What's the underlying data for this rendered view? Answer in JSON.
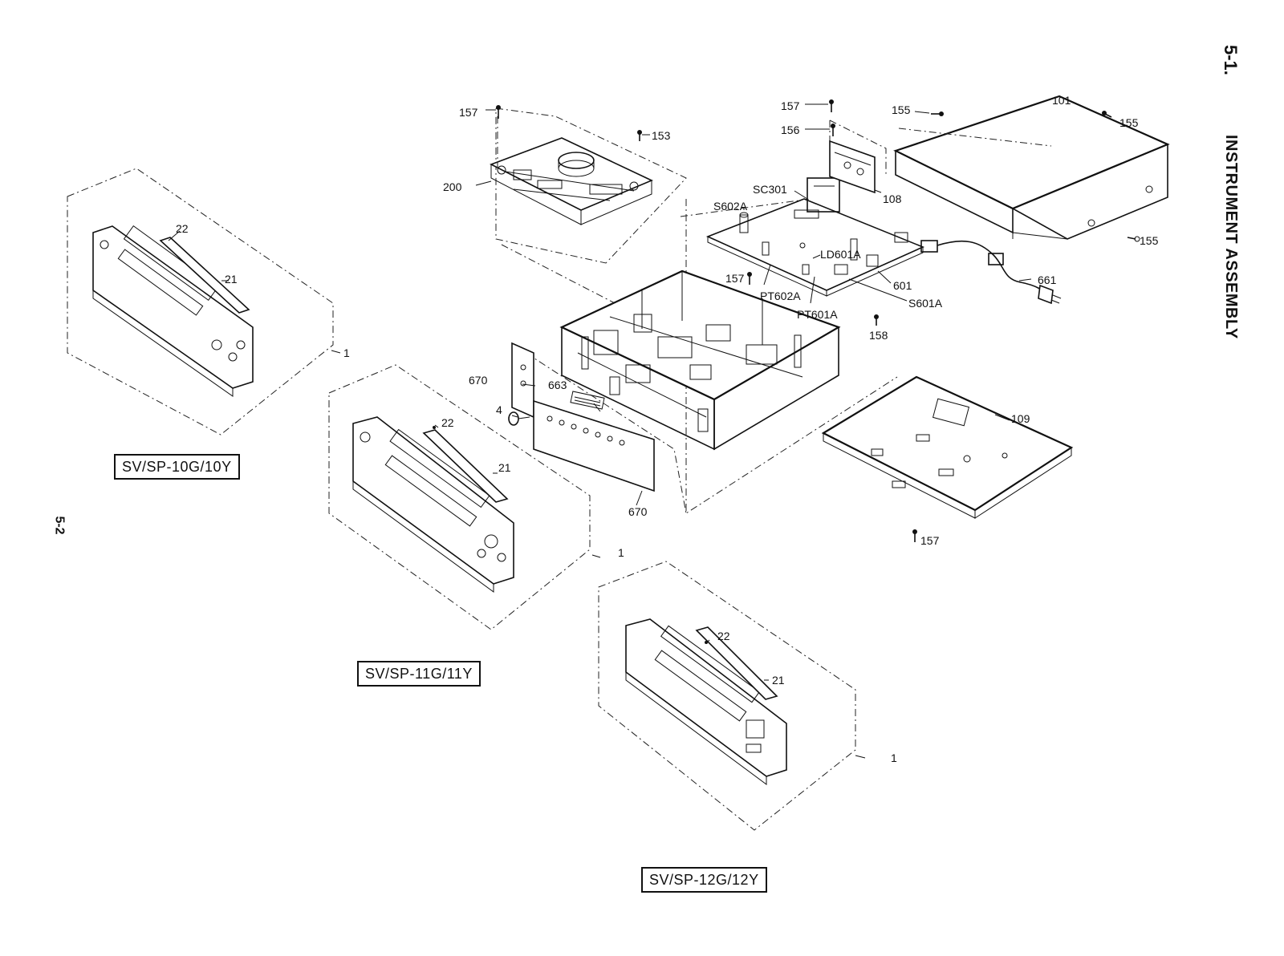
{
  "header": {
    "section_number": "5-1.",
    "section_title": "INSTRUMENT ASSEMBLY",
    "page_number": "5-2"
  },
  "models": [
    {
      "label": "SV/SP-10G/10Y"
    },
    {
      "label": "SV/SP-11G/11Y"
    },
    {
      "label": "SV/SP-12G/12Y"
    }
  ],
  "callouts": {
    "c157a": "157",
    "c153": "153",
    "c200": "200",
    "c157b": "157",
    "c156": "156",
    "c155a": "155",
    "c101": "101",
    "c155b": "155",
    "c108": "108",
    "sc301": "SC301",
    "s602a": "S602A",
    "ld601a": "LD601A",
    "c157c": "157",
    "pt602a": "PT602A",
    "pt601a": "PT601A",
    "c601": "601",
    "s601a": "S601A",
    "c661": "661",
    "c155c": "155",
    "c158": "158",
    "c670a": "670",
    "c663": "663",
    "c4": "4",
    "c670b": "670",
    "c109": "109",
    "c157d": "157",
    "p1_22": "22",
    "p1_21": "21",
    "p1_1": "1",
    "p2_22": "22",
    "p2_21": "21",
    "p2_1": "1",
    "p3_22": "22",
    "p3_21": "21",
    "p3_1": "1"
  }
}
